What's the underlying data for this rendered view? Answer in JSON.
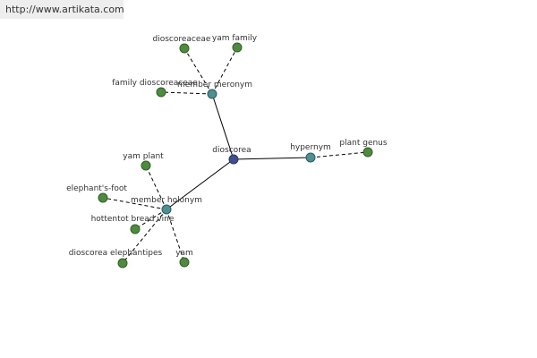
{
  "header": {
    "url": "http://www.artikata.com"
  },
  "graph": {
    "nodes": [
      {
        "id": "dioscorea",
        "label": "dioscorea",
        "kind": "center"
      },
      {
        "id": "member-meronym",
        "label": "member meronym",
        "kind": "relation"
      },
      {
        "id": "hypernym",
        "label": "hypernym",
        "kind": "relation"
      },
      {
        "id": "member-holonym",
        "label": "member holonym",
        "kind": "relation"
      },
      {
        "id": "dioscoreaceae",
        "label": "dioscoreaceae",
        "kind": "leaf"
      },
      {
        "id": "yam-family",
        "label": "yam family",
        "kind": "leaf"
      },
      {
        "id": "family-dioscoreaceae",
        "label": "family dioscoreaceae",
        "kind": "leaf"
      },
      {
        "id": "plant-genus",
        "label": "plant genus",
        "kind": "leaf"
      },
      {
        "id": "yam-plant",
        "label": "yam plant",
        "kind": "leaf"
      },
      {
        "id": "elephants-foot",
        "label": "elephant's-foot",
        "kind": "leaf"
      },
      {
        "id": "hottentot-bread-vine",
        "label": "hottentot bread vine",
        "kind": "leaf"
      },
      {
        "id": "dioscorea-elephantipes",
        "label": "dioscorea elephantipes",
        "kind": "leaf"
      },
      {
        "id": "yam",
        "label": "yam",
        "kind": "leaf"
      }
    ],
    "edges": [
      {
        "from": "dioscorea",
        "to": "member-meronym",
        "style": "solid"
      },
      {
        "from": "dioscorea",
        "to": "hypernym",
        "style": "solid"
      },
      {
        "from": "dioscorea",
        "to": "member-holonym",
        "style": "solid"
      },
      {
        "from": "member-meronym",
        "to": "dioscoreaceae",
        "style": "dashed"
      },
      {
        "from": "member-meronym",
        "to": "yam-family",
        "style": "dashed"
      },
      {
        "from": "member-meronym",
        "to": "family-dioscoreaceae",
        "style": "dashed"
      },
      {
        "from": "hypernym",
        "to": "plant-genus",
        "style": "dashed"
      },
      {
        "from": "member-holonym",
        "to": "yam-plant",
        "style": "dashed"
      },
      {
        "from": "member-holonym",
        "to": "elephants-foot",
        "style": "dashed"
      },
      {
        "from": "member-holonym",
        "to": "hottentot-bread-vine",
        "style": "dashed"
      },
      {
        "from": "member-holonym",
        "to": "dioscorea-elephantipes",
        "style": "dashed"
      },
      {
        "from": "member-holonym",
        "to": "yam",
        "style": "dashed"
      }
    ]
  }
}
